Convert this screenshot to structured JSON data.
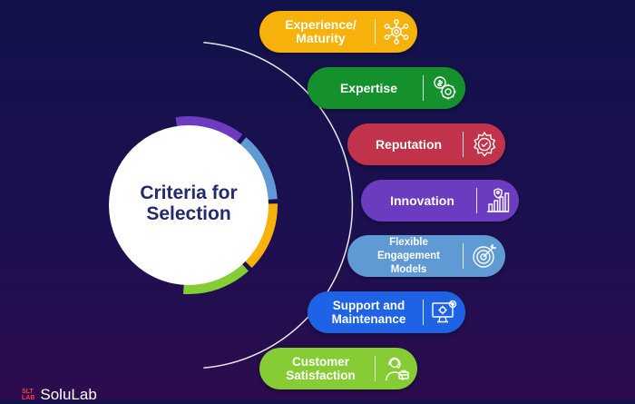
{
  "diagram": {
    "center_title": "Criteria for\nSelection",
    "items": [
      {
        "label": "Experience/\nMaturity",
        "icon": "network-gear-icon",
        "color": "#f6b10a"
      },
      {
        "label": "Expertise",
        "icon": "gear-chart-icon",
        "color": "#14912d"
      },
      {
        "label": "Reputation",
        "icon": "badge-gear-icon",
        "color": "#c0334a"
      },
      {
        "label": "Innovation",
        "icon": "growth-bars-icon",
        "color": "#6b3cc0"
      },
      {
        "label": "Flexible\nEngagement\nModels",
        "icon": "target-icon",
        "color": "#5f9ad4"
      },
      {
        "label": "Support and\nMaintenance",
        "icon": "monitor-gear-icon",
        "color": "#1e63e6"
      },
      {
        "label": "Customer\nSatisfaction",
        "icon": "support-agent-icon",
        "color": "#86cd35"
      }
    ],
    "ring_colors": [
      "#6b3cc0",
      "#5f9ad4",
      "#f6b10a",
      "#86cd35"
    ]
  },
  "brand": {
    "mark": "SLT\nLAB",
    "name": "SoluLab"
  }
}
